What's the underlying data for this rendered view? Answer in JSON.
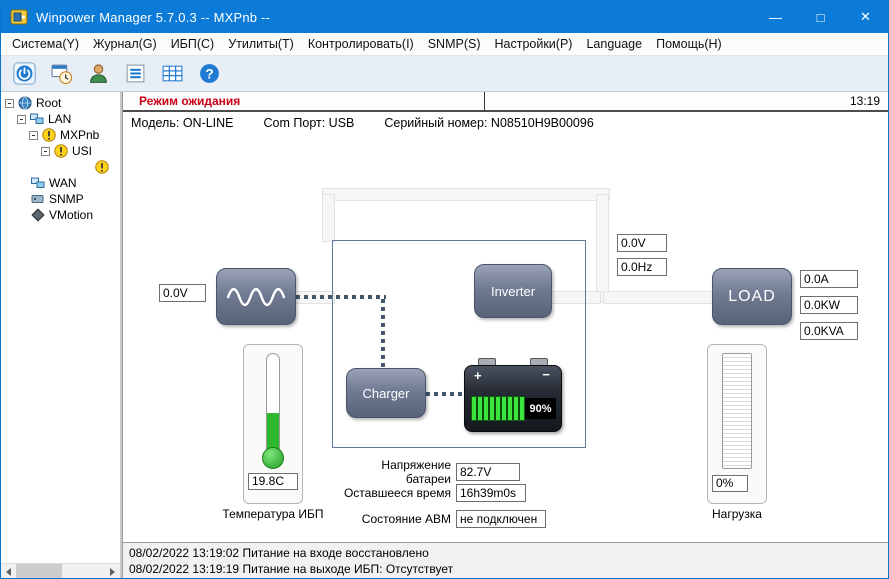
{
  "window": {
    "title": "Winpower Manager 5.7.0.3 -- MXPnb --",
    "minimize": "—",
    "maximize": "□",
    "close": "✕"
  },
  "menu": {
    "items": [
      "Система(Y)",
      "Журнал(G)",
      "ИБП(C)",
      "Утилиты(T)",
      "Контролировать(I)",
      "SNMP(S)",
      "Настройки(P)",
      "Language",
      "Помощь(H)"
    ]
  },
  "toolbar": {
    "items": [
      "ups-power-icon",
      "shutdown-schedule-icon",
      "user-manager-icon",
      "event-log-icon",
      "data-record-icon",
      "help-icon"
    ]
  },
  "tree": {
    "items": [
      {
        "label": "Root"
      },
      {
        "label": "LAN"
      },
      {
        "label": "MXPnb"
      },
      {
        "label": "USI"
      },
      {
        "label": ""
      },
      {
        "label": "WAN"
      },
      {
        "label": "SNMP"
      },
      {
        "label": "VMotion"
      }
    ]
  },
  "status": {
    "mode": "Режим ожидания",
    "time": "13:19"
  },
  "info": {
    "model": "Модель: ON-LINE",
    "com_port": "Com Порт: USB",
    "serial": "Серийный номер: N08510H9B00096"
  },
  "diagram": {
    "input_voltage": "0.0V",
    "bypass_voltage": "0.0V",
    "bypass_frequency": "0.0Hz",
    "inverter": "Inverter",
    "charger": "Charger",
    "load": "LOAD",
    "output_current": "0.0A",
    "output_power_kw": "0.0KW",
    "output_power_kva": "0.0KVA",
    "battery": {
      "plus": "+",
      "minus": "−",
      "charge": "90%"
    },
    "temperature": {
      "value": "19.8C",
      "label": "Температура ИБП"
    },
    "load_gauge": {
      "value": "0%",
      "label": "Нагрузка"
    },
    "fields": [
      {
        "label": "Напряжение батареи",
        "value": "82.7V"
      },
      {
        "label": "Оставшееся время",
        "value": "16h39m0s"
      },
      {
        "label": "Состояние ABM",
        "value": "не подключен"
      }
    ]
  },
  "log": {
    "lines": [
      "08/02/2022 13:19:02  Питание на входе восстановлено",
      "08/02/2022 13:19:19  Питание на выходе ИБП: Отсутствует"
    ]
  },
  "colors": {
    "titlebar": "#0b7bd7",
    "status_text": "#c90016",
    "flow_box": "#707a92",
    "battery_green": "#2db82d"
  }
}
